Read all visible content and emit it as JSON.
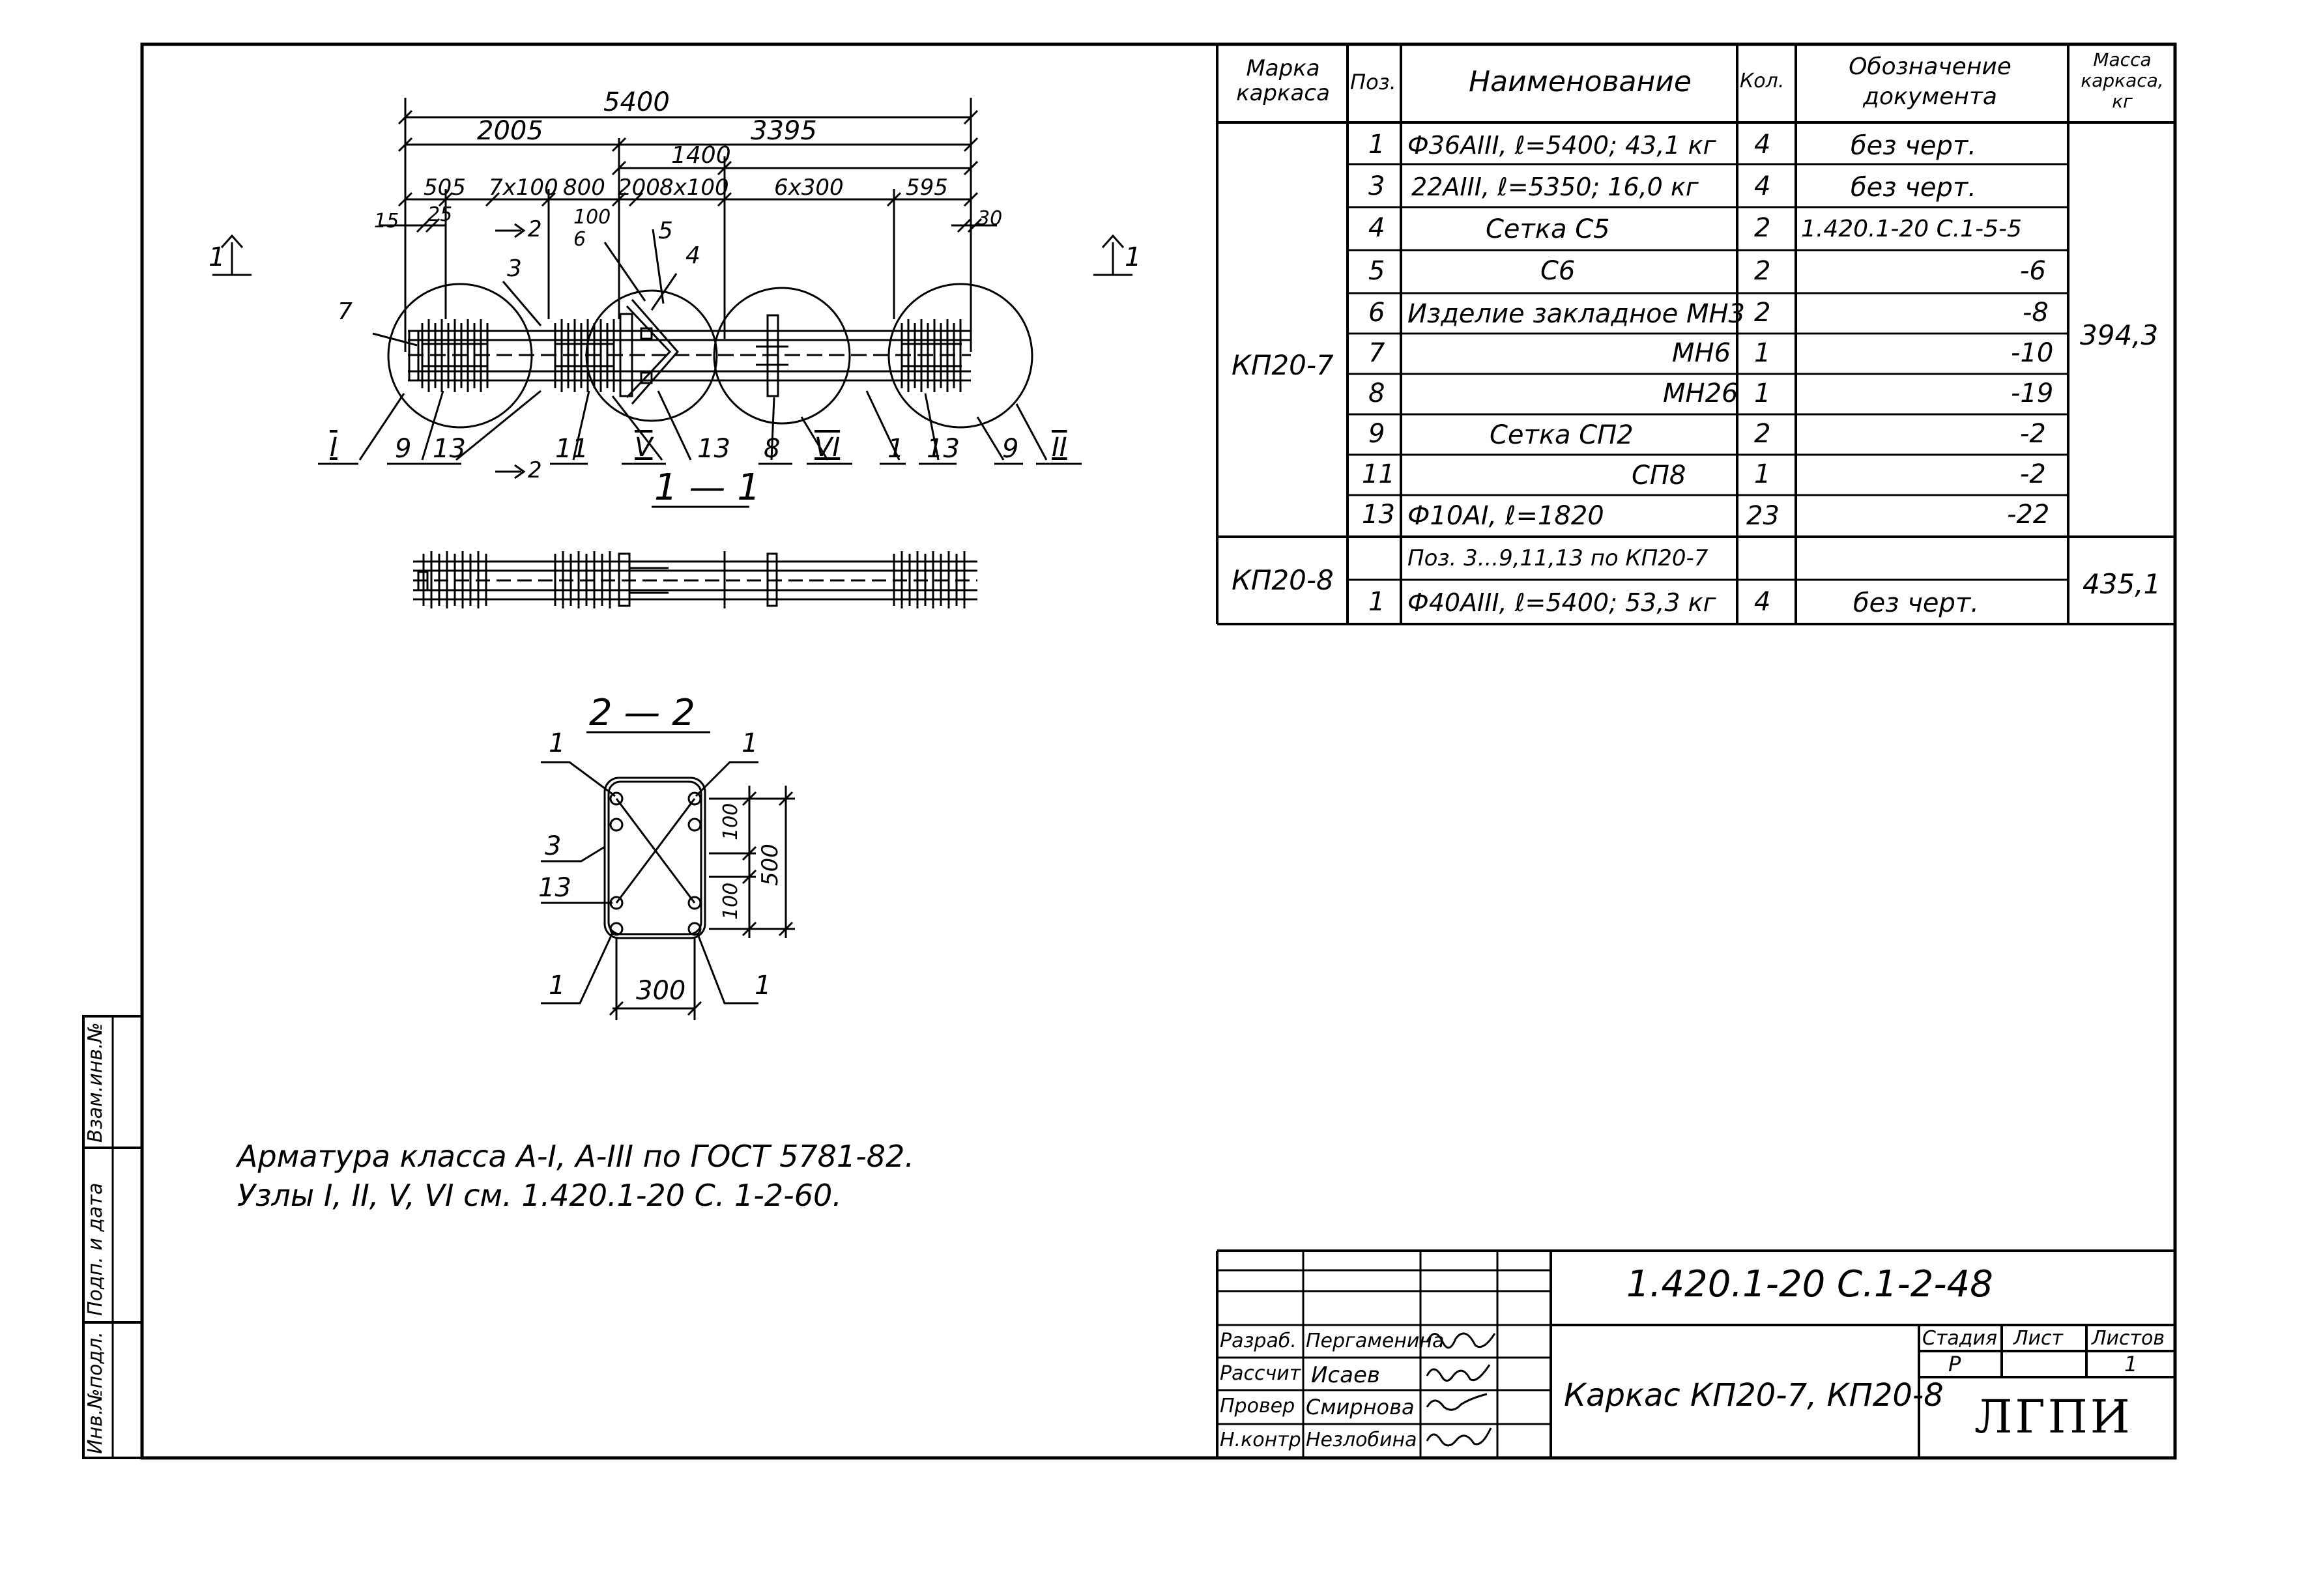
{
  "drawing": {
    "dims_top": {
      "total": "5400",
      "left": "2005",
      "right": "3395",
      "mid": "1400"
    },
    "dims_second": [
      "505",
      "7x100",
      "800",
      "200",
      "8x100",
      "6x300",
      "595"
    ],
    "dims_small": [
      "15",
      "25",
      "100",
      "30"
    ],
    "section_cut_marks": {
      "cut1_left": "1",
      "cut1_right": "1",
      "cut2_top": "2",
      "cut2_bottom": "2"
    },
    "plan_callouts": [
      "7",
      "3",
      "6",
      "5",
      "4",
      "9",
      "13",
      "11",
      "13",
      "8",
      "1",
      "13",
      "9"
    ],
    "node_labels": [
      "I",
      "V",
      "VI",
      "II"
    ],
    "section_1_1_title": "1 — 1",
    "section_2_2_title": "2 — 2",
    "section_2_2_labels": {
      "tl": "1",
      "tr": "1",
      "left_a": "3",
      "left_b": "13",
      "bl": "1",
      "br": "1"
    },
    "section_2_2_dims": {
      "d1": "100",
      "d2": "100",
      "height": "500",
      "width": "300"
    },
    "notes": [
      "Арматура  класса  А-I,  А-III  по  ГОСТ 5781-82.",
      "Узлы I, II, V, VI  см. 1.420.1-20 С. 1-2-60."
    ]
  },
  "spec": {
    "headers": {
      "mark": "Марка каркаса",
      "pos": "Поз.",
      "name": "Наименование",
      "qty": "Кол.",
      "doc": "Обозначение документа",
      "mass": "Масса каркаса, кг"
    },
    "group1": {
      "mark": "КП20-7",
      "mass": "394,3"
    },
    "group2": {
      "mark": "КП20-8",
      "mass": "435,1"
    },
    "rows": [
      {
        "pos": "1",
        "name": "Ф36АIII, ℓ=5400; 43,1 кг",
        "qty": "4",
        "doc": "без черт."
      },
      {
        "pos": "3",
        "name": "22АIII, ℓ=5350; 16,0 кг",
        "qty": "4",
        "doc": "без черт."
      },
      {
        "pos": "4",
        "name": "Сетка С5",
        "qty": "2",
        "doc": "1.420.1-20 С.1-5-5"
      },
      {
        "pos": "5",
        "name": "С6",
        "qty": "2",
        "doc": "-6"
      },
      {
        "pos": "6",
        "name": "Изделие закладное МН3",
        "qty": "2",
        "doc": "-8"
      },
      {
        "pos": "7",
        "name": "МН6",
        "qty": "1",
        "doc": "-10"
      },
      {
        "pos": "8",
        "name": "МН26",
        "qty": "1",
        "doc": "-19"
      },
      {
        "pos": "9",
        "name": "Сетка СП2",
        "qty": "2",
        "doc": "-2"
      },
      {
        "pos": "11",
        "name": "СП8",
        "qty": "1",
        "doc": "-2"
      },
      {
        "pos": "13",
        "name": "Ф10АI,   ℓ=1820",
        "qty": "23",
        "doc": "-22"
      },
      {
        "pos": "",
        "name": "Поз. 3...9,11,13 по КП20-7",
        "qty": "",
        "doc": ""
      },
      {
        "pos": "1",
        "name": "Ф40АIII, ℓ=5400; 53,3 кг",
        "qty": "4",
        "doc": "без черт."
      }
    ]
  },
  "stamp": {
    "code": "1.420.1-20 С.1-2-48",
    "roles": [
      {
        "role": "Разраб.",
        "name": "Пергаменина"
      },
      {
        "role": "Рассчит",
        "name": "Исаев"
      },
      {
        "role": "Провер",
        "name": "Смирнова"
      },
      {
        "role": "Н.контр",
        "name": "Незлобина"
      }
    ],
    "title": "Каркас КП20-7, КП20-8",
    "stage_label": "Стадия",
    "sheet_label": "Лист",
    "sheets_label": "Листов",
    "stage": "Р",
    "sheets": "1",
    "org": "ЛГПИ"
  },
  "side_stamp": [
    "Взам.инв.№",
    "Подп. и дата",
    "Инв.№подл."
  ]
}
